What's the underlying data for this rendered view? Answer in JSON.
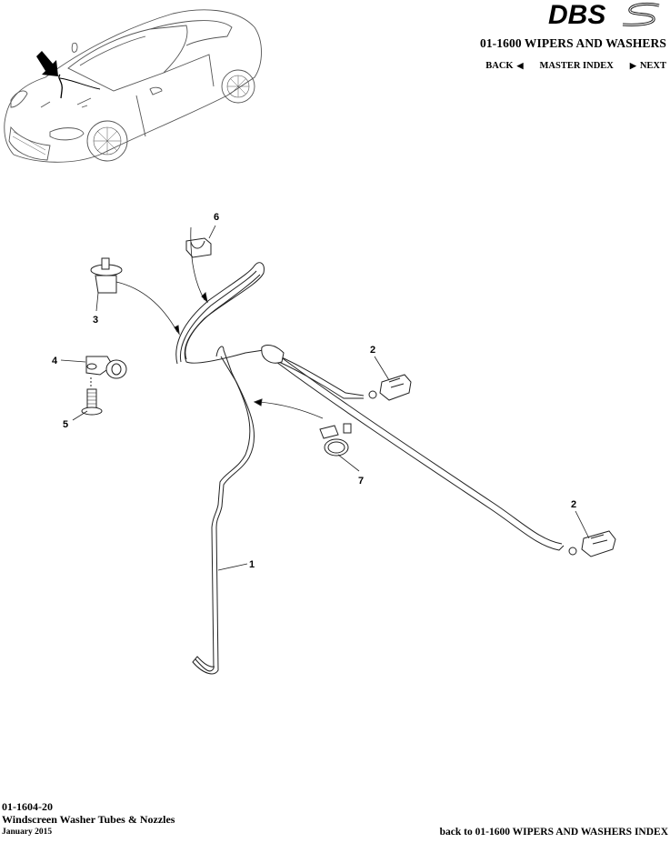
{
  "header": {
    "brand_logo": "DBS",
    "section_title": "01-1600 WIPERS AND WASHERS",
    "nav": {
      "back_label": "BACK",
      "back_icon": "triangle-left",
      "master_index_label": "MASTER INDEX",
      "next_icon": "triangle-right",
      "next_label": "NEXT",
      "back_glyph": "◀",
      "next_glyph": "▶"
    }
  },
  "locator_image": {
    "description": "car-overview-with-arrow",
    "arrow_icon": "pointer-arrow"
  },
  "diagram": {
    "callouts": [
      {
        "number": "1",
        "part": "washer tube"
      },
      {
        "number": "2",
        "part": "washer nozzle"
      },
      {
        "number": "2",
        "part": "washer nozzle"
      },
      {
        "number": "3",
        "part": "push clip"
      },
      {
        "number": "4",
        "part": "P-clip"
      },
      {
        "number": "5",
        "part": "screw"
      },
      {
        "number": "6",
        "part": "tube clip"
      },
      {
        "number": "7",
        "part": "hose clamp"
      }
    ]
  },
  "footer": {
    "page_code": "01-1604-20",
    "page_title": "Windscreen Washer Tubes & Nozzles",
    "date": "January 2015",
    "back_link": "back to 01-1600 WIPERS AND WASHERS INDEX"
  }
}
